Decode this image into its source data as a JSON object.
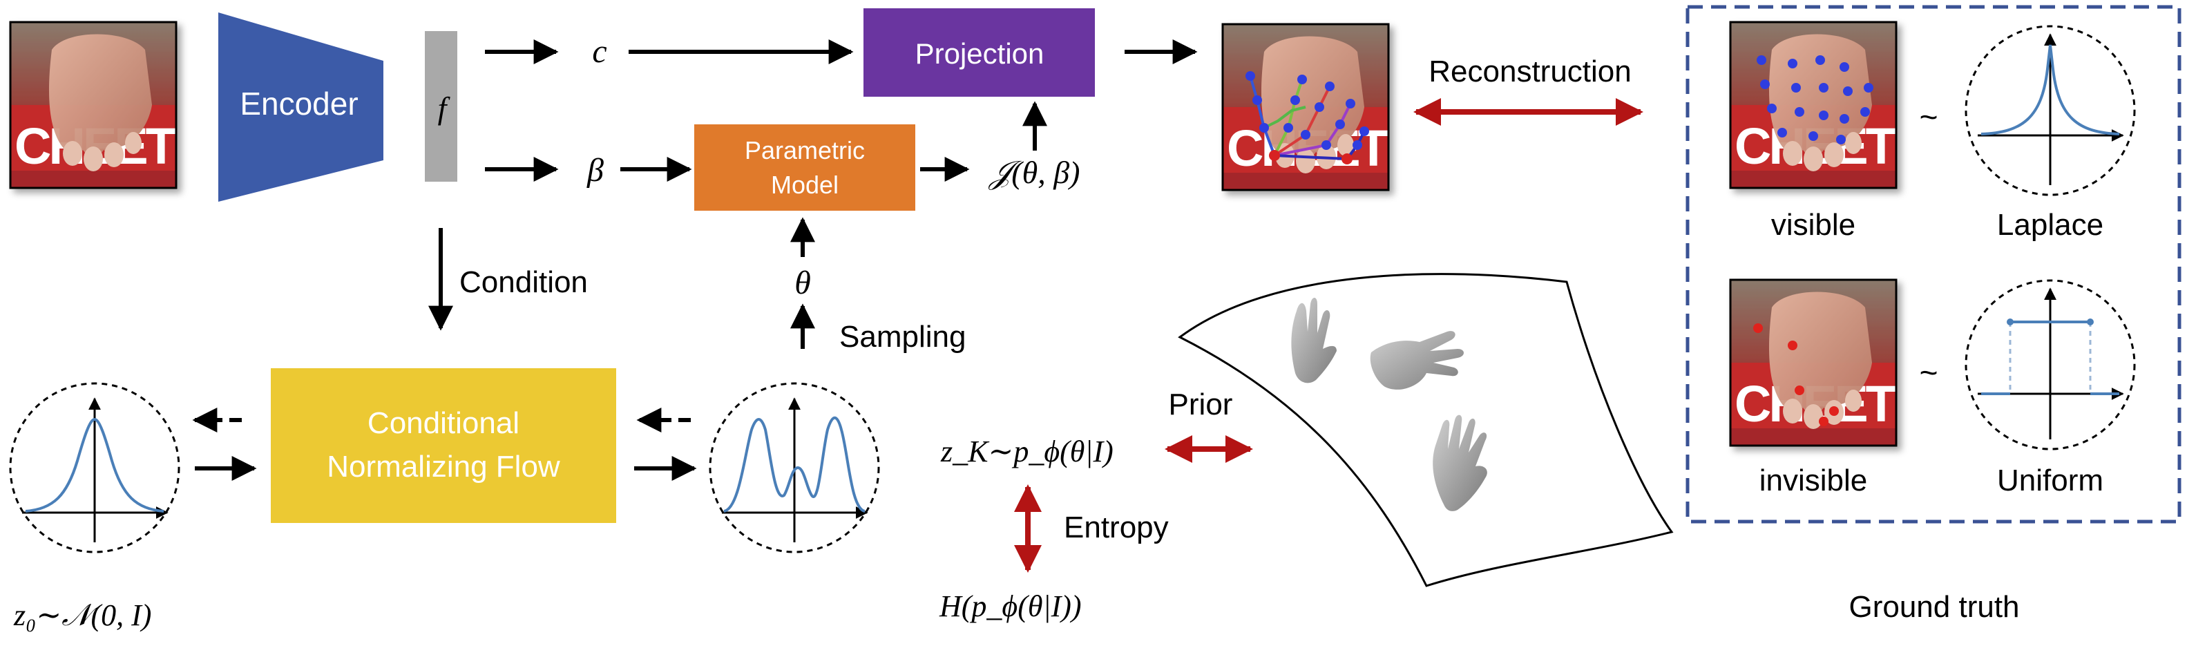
{
  "encoder": {
    "label": "Encoder"
  },
  "feature": {
    "symbol": "f"
  },
  "camera": {
    "symbol": "c"
  },
  "shape": {
    "symbol": "β"
  },
  "projection": {
    "label": "Projection"
  },
  "parametric_model": {
    "line1": "Parametric",
    "line2": "Model"
  },
  "joints": {
    "expr": "𝒥(θ, β)"
  },
  "reconstruction": {
    "label": "Reconstruction"
  },
  "condition": {
    "label": "Condition"
  },
  "sampling": {
    "label": "Sampling"
  },
  "pose": {
    "symbol": "θ"
  },
  "flow": {
    "line1": "Conditional",
    "line2": "Normalizing Flow"
  },
  "base": {
    "expr": "z₀∼𝒩(0, I)"
  },
  "posterior": {
    "expr": "z_K∼p_ϕ(θ|I)"
  },
  "entropy": {
    "label": "Entropy",
    "expr": "H(p_ϕ(θ|I))"
  },
  "prior": {
    "label": "Prior"
  },
  "ground_truth": {
    "title": "Ground truth",
    "visible": "visible",
    "invisible": "invisible",
    "laplace": "Laplace",
    "uniform": "Uniform",
    "tilde": "~"
  },
  "colors": {
    "encoder": "#3c5ba8",
    "feature": "#a9a9a9",
    "projection": "#6a35a0",
    "parametric": "#e07a2b",
    "flow": "#ecc933",
    "dist_curve": "#4a7fb8",
    "red_arrow": "#b31414",
    "gt_border": "#3a5294",
    "visible_joint": "#2f3ee0",
    "invisible_joint": "#e0201f"
  }
}
